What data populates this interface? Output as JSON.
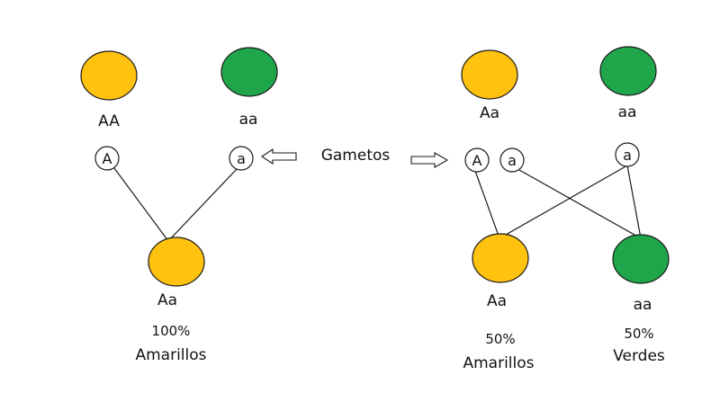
{
  "colors": {
    "yellow": "#FFC20E",
    "green": "#1FA64A",
    "outline": "#1a1a1a",
    "background": "#FFFFFF"
  },
  "left_cross": {
    "parent_1": {
      "genotype": "AA",
      "color": "yellow"
    },
    "parent_2": {
      "genotype": "aa",
      "color": "green"
    },
    "gametes": [
      "A",
      "a"
    ],
    "offspring": [
      {
        "genotype": "Aa",
        "percent": "100%",
        "phenotype": "Amarillos",
        "color": "yellow"
      }
    ]
  },
  "gametes_label": "Gametos",
  "right_cross": {
    "parent_1": {
      "genotype": "Aa",
      "color": "yellow"
    },
    "parent_2": {
      "genotype": "aa",
      "color": "green"
    },
    "gametes": [
      "A",
      "a",
      "a"
    ],
    "offspring": [
      {
        "genotype": "Aa",
        "percent": "50%",
        "phenotype": "Amarillos",
        "color": "yellow"
      },
      {
        "genotype": "aa",
        "percent": "50%",
        "phenotype": "Verdes",
        "color": "green"
      }
    ]
  }
}
